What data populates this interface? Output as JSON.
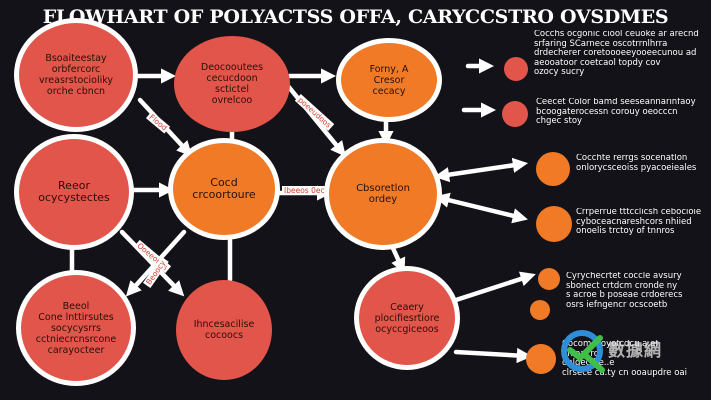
{
  "title": "FLOWHART OF POLYACTSS OFFA, CARYCCSTRO OVSDMES",
  "nodes": {
    "n1": "Bsoaiteestay\norbfercorc\nvreasrstocioliky\norche cbncn",
    "n2": "Deocooutees\ncecucdoon\nsctictel\novrelcoo",
    "n3": "Forny, A\nCresor\ncecacy",
    "n4": "Reeor\nocycystectes",
    "n5": "Cocd\ncrcoortoure",
    "n6": "Cbsoretlon\nordey",
    "n7": "Beeol\nCone lnttirsutes\nsocycysrrs\ncctniecrcnsrcone\ncarayocteer",
    "n8": "Ihncesacilise\ncocoocs",
    "n9": "Ceaery\nplocifiesrtiore\nocyccgiceoos"
  },
  "edge_labels": {
    "l1": "Flood",
    "l2": "poeeudoos",
    "l3": "Ibeeos 0ec",
    "l4": "Ooeeoucs",
    "l5": "Beoocy"
  },
  "notes": {
    "t1": "Cocchs ocgonic ciool ceuoke ar arecnd\nsrfaring SCarnece oscotrrnlhrra\ndrdecherer coretoooeeyooeecunou ad\naeooatoor coetcaol topdy cov\nozocy sucry",
    "t2": "Ceecet Color bamd seeseannarinfaoy\nbcoogaterocessn corouy oeocccn\nchgec stoy",
    "t3": "Cocchte rerrgs socenatlon\nonlorycsceoiss pyacoeieales",
    "t4": "Crrperrue tttcclicsh cebocioie\ncyboceacnareshcors nhiied\nonoelis trctoy of tnnros",
    "t5": "Cyrychecrtet coccle avsury\nsbonect crtdcm  cronde ny\ns acroe b poseae crdoerecs\nosrs iefngencr ocscoetb",
    "t6": "Cocomosoyofcdcu a.ef\nonloal.ro\nonlgecfhe..e\nclrsece ca.ty cn ooaupdre oai"
  },
  "watermark": "數據網",
  "colors": {
    "background": "#121218",
    "red_node": "#e2554a",
    "orange_node": "#f07a25",
    "outline": "#ffffff"
  }
}
